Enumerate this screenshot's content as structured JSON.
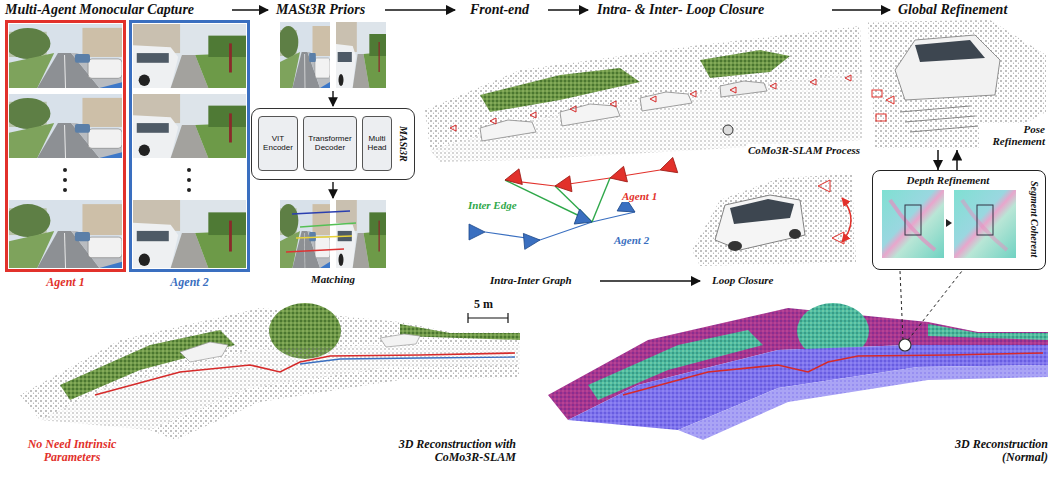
{
  "diagram": {
    "nodes": [
      {
        "text": [
          "Agent 1"
        ]
      },
      {
        "text": [
          "Agent 2"
        ]
      },
      {
        "text": [
          "MASt3R"
        ]
      },
      {
        "text": [
          "VIT Encoder"
        ],
        "in": 2
      },
      {
        "text": [
          "Transformer Decoder"
        ],
        "in": 2
      },
      {
        "text": [
          "Multi Head"
        ],
        "in": 2
      },
      {
        "text": [
          "Pose Refinement"
        ]
      },
      {
        "text": [
          "Depth Refinement",
          "Segment Coherent"
        ]
      }
    ],
    "edges": [
      {
        "from": 6,
        "to": 7,
        "arrow": "to"
      },
      {
        "from": 7,
        "to": 6,
        "arrow": "to"
      }
    ],
    "labels": [
      "Multi-Agent Monocular Capture",
      "MASt3R Priors",
      "Front-end",
      "Intra- & Inter- Loop Closure",
      "Global Refinement",
      "Matching",
      "CoMo3R-SLAM Process",
      "Agent 1",
      "Inter Edge",
      "Agent 2",
      "Intra-Inter Graph",
      "Loop Closure",
      "5 m",
      "No Need Intrinsic Parameters",
      "3D Reconstruction with CoMo3R-SLAM",
      "3D Reconstruction (Normal)"
    ]
  }
}
